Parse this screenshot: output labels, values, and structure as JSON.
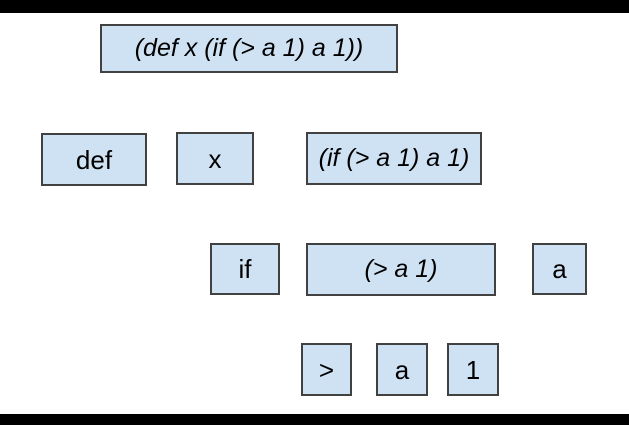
{
  "colors": {
    "background": "#ffffff",
    "letterbox_bar": "#000000",
    "node_fill": "#cfe2f3",
    "node_border": "#414141",
    "node_text": "#000000"
  },
  "tree": {
    "nodes": {
      "root": {
        "label": "(def x (if (> a 1) a 1))"
      },
      "def_kw": {
        "label": "def"
      },
      "x_sym": {
        "label": "x"
      },
      "if_expr": {
        "label": "(if (> a 1) a 1)"
      },
      "if_kw": {
        "label": "if"
      },
      "cond_expr": {
        "label": "(> a 1)"
      },
      "then_a": {
        "label": "a"
      },
      "gt_op": {
        "label": ">"
      },
      "operand_a": {
        "label": "a"
      },
      "operand_1": {
        "label": "1"
      }
    }
  }
}
